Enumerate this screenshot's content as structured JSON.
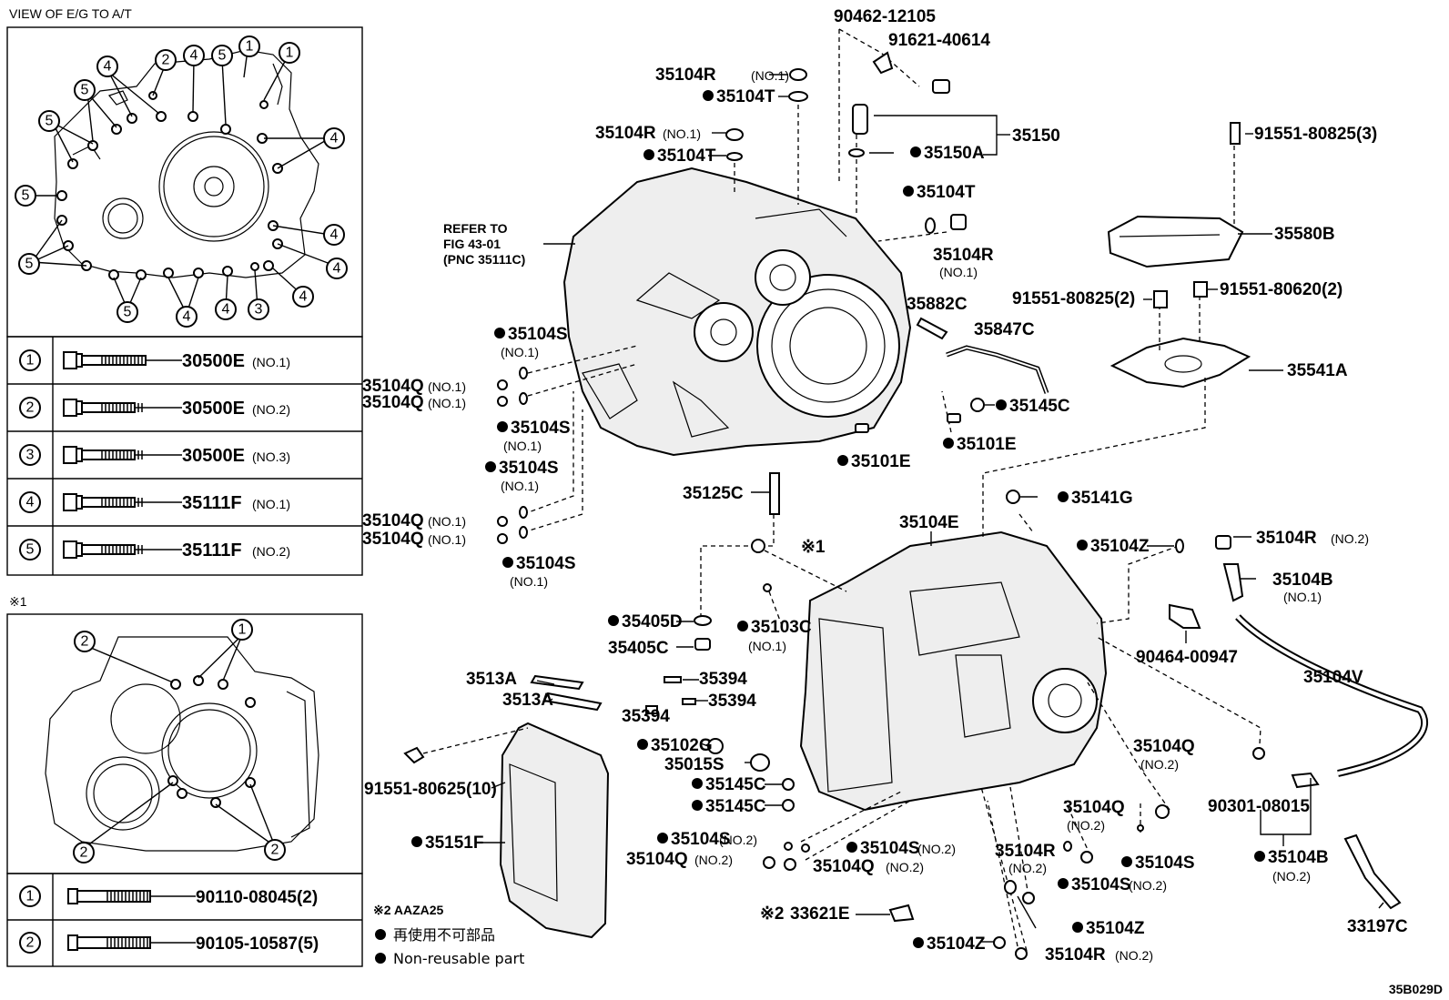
{
  "header": {
    "view_label": "VIEW OF E/G TO A/T",
    "note1_mark": "※1"
  },
  "table1": [
    {
      "num": "1",
      "part": "30500E",
      "sub": "(NO.1)"
    },
    {
      "num": "2",
      "part": "30500E",
      "sub": "(NO.2)"
    },
    {
      "num": "3",
      "part": "30500E",
      "sub": "(NO.3)"
    },
    {
      "num": "4",
      "part": "35111F",
      "sub": "(NO.1)"
    },
    {
      "num": "5",
      "part": "35111F",
      "sub": "(NO.2)"
    }
  ],
  "table2": [
    {
      "num": "1",
      "part": "90110-08045(2)"
    },
    {
      "num": "2",
      "part": "90105-10587(5)"
    }
  ],
  "legend": {
    "note2": "※2  AAZA25",
    "jp": "再使用不可部品",
    "en": "Non-reusable part"
  },
  "diagram_id": "35B029D",
  "refer": [
    "REFER TO",
    "FIG 43-01",
    "(PNC 35111C)"
  ],
  "labels": {
    "l01": "90462-12105",
    "l02": "91621-40614",
    "l03": "35104R",
    "l03s": "(NO.1)",
    "l04": "35104T",
    "l05": "35104R",
    "l05s": "(NO.1)",
    "l06": "35104T",
    "l07": "35150",
    "l08": "35150A",
    "l09": "91551-80825(3)",
    "l10": "35580B",
    "l11": "35104T",
    "l12": "35104R",
    "l12s": "(NO.1)",
    "l13": "35882C",
    "l14": "35847C",
    "l15": "91551-80825(2)",
    "l16": "91551-80620(2)",
    "l17": "35541A",
    "l18": "35104S",
    "l18s": "(NO.1)",
    "l19": "35104Q",
    "l19s": "(NO.1)",
    "l20": "35104Q",
    "l20s": "(NO.1)",
    "l21": "35104S",
    "l21s": "(NO.1)",
    "l22": "35104S",
    "l22s": "(NO.1)",
    "l23": "35104Q",
    "l23s": "(NO.1)",
    "l24": "35104Q",
    "l24s": "(NO.1)",
    "l25": "35104S",
    "l25s": "(NO.1)",
    "l26": "35145C",
    "l27": "35101E",
    "l28": "35101E",
    "l29": "35125C",
    "l30": "※1",
    "l31": "35141G",
    "l32": "35104E",
    "l33": "35104Z",
    "l34": "35104R",
    "l34s": "(NO.2)",
    "l35": "35104B",
    "l35s": "(NO.1)",
    "l36": "90464-00947",
    "l37": "35405D",
    "l38": "35405C",
    "l39": "35103C",
    "l39s": "(NO.1)",
    "l40": "3513A",
    "l41": "3513A",
    "l42": "35394",
    "l43": "35394",
    "l44": "35394",
    "l45": "35104V",
    "l46": "35102G",
    "l47": "35015S",
    "l48": "35145C",
    "l49": "35145C",
    "l50": "91551-80625(10)",
    "l51": "35151F",
    "l52": "35104S",
    "l52s": "(NO.2)",
    "l53": "35104S",
    "l53s": "(NO.2)",
    "l54": "35104Q",
    "l54s": "(NO.2)",
    "l55": "35104Q",
    "l55s": "(NO.2)",
    "l56": "35104Q",
    "l56s": "(NO.2)",
    "l57": "35104Q",
    "l57s": "(NO.2)",
    "l58": "35104R",
    "l58s": "(NO.2)",
    "l59": "35104S",
    "l60": "35104S",
    "l60s": "(NO.2)",
    "l61": "90301-08015",
    "l62": "35104B",
    "l62s": "(NO.2)",
    "l63": "33621E",
    "l63m": "※2",
    "l64": "35104Z",
    "l65": "35104Z",
    "l66": "35104R",
    "l66s": "(NO.2)",
    "l67": "33197C"
  }
}
